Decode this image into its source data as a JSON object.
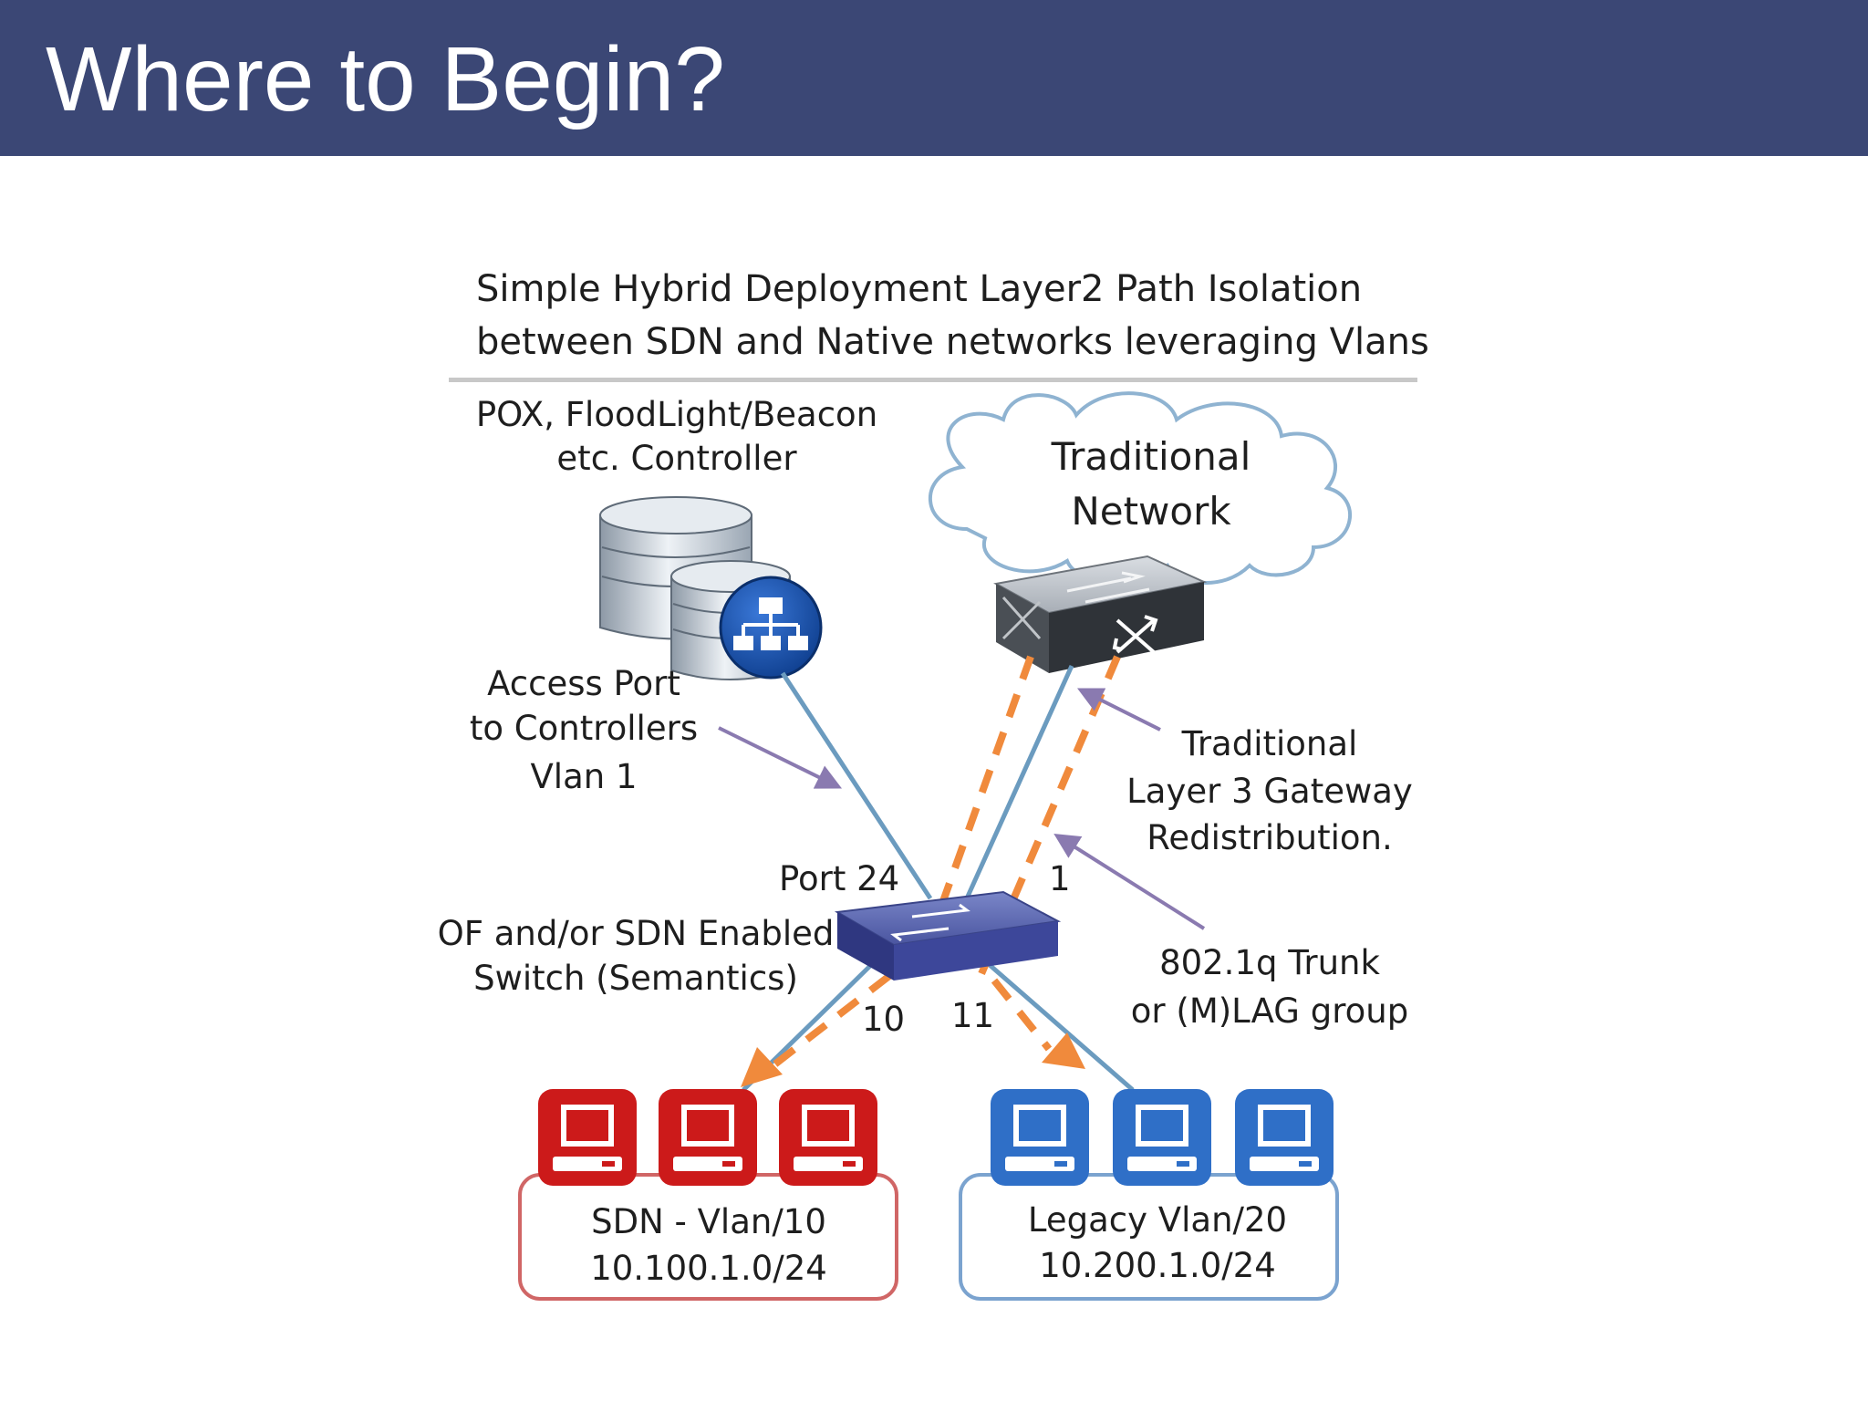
{
  "slide": {
    "title": "Where to Begin?"
  },
  "diagram": {
    "caption_line1": "Simple Hybrid Deployment Layer2 Path Isolation",
    "caption_line2": "between SDN and Native networks leveraging Vlans",
    "controller_line1": "POX, FloodLight/Beacon",
    "controller_line2": "etc. Controller",
    "cloud_line1": "Traditional",
    "cloud_line2": "Network",
    "access_line1": "Access Port",
    "access_line2": "to Controllers",
    "access_line3": "Vlan 1",
    "gateway_line1": "Traditional",
    "gateway_line2": "Layer 3 Gateway",
    "gateway_line3": "Redistribution.",
    "port_24": "Port 24",
    "port_1": "1",
    "switch_line1": "OF and/or SDN Enabled",
    "switch_line2": "Switch (Semantics)",
    "trunk_line1": "802.1q Trunk",
    "trunk_line2": "or (M)LAG group",
    "port_10": "10",
    "port_11": "11",
    "sdn_group_line1": "SDN - Vlan/10",
    "sdn_group_line2": "10.100.1.0/24",
    "legacy_group_line1": "Legacy Vlan/20",
    "legacy_group_line2": "10.200.1.0/24"
  },
  "colors": {
    "header": "#3b4775",
    "sdn_red": "#cc1a1a",
    "legacy_blue": "#2f6fc7",
    "link_line": "#6b9bbf",
    "orange_dash": "#f08a3c",
    "arrow_purple": "#8a7ab0"
  }
}
